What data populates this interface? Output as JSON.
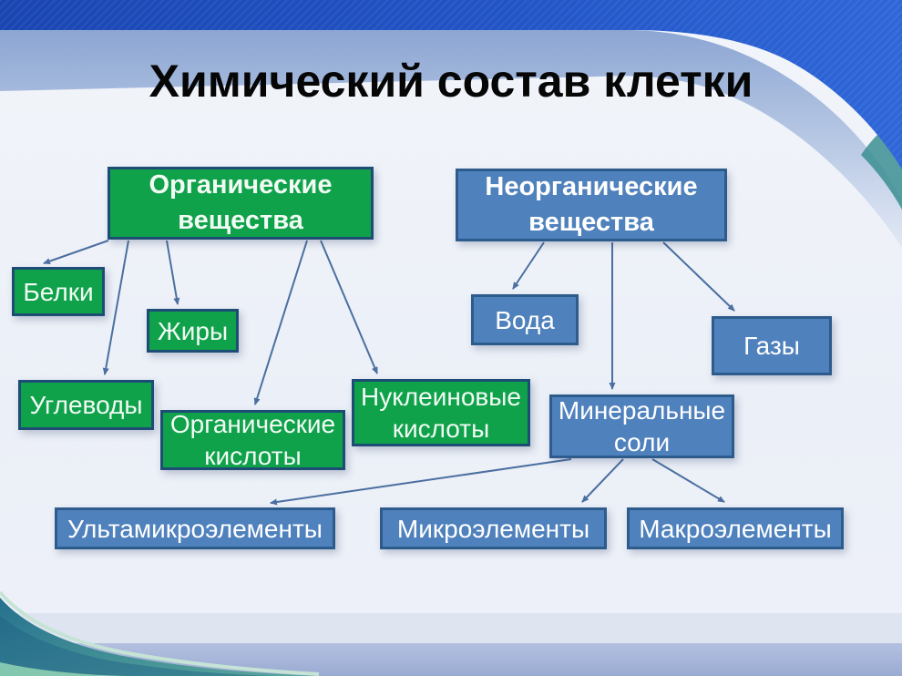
{
  "slide": {
    "title": "Химический состав клетки"
  },
  "colors": {
    "organic_fill": "#0fa24b",
    "inorganic_fill": "#4f81bd",
    "box_border": "#1f4e79",
    "box_text": "#ffffff",
    "title_color": "#060606",
    "arrow": "#4a6fa0",
    "top_banner_blue": "#2257c9",
    "under_banner_band": "#9db3d9",
    "bottom_band": "#a3b2d8",
    "corner_wave_teal": "#2f7d90",
    "background": "#eef2f8"
  },
  "nodes": {
    "organic": {
      "label": "Органические\nвещества",
      "category": "organic"
    },
    "inorganic": {
      "label": "Неорганические\nвещества",
      "category": "inorganic"
    },
    "proteins": {
      "label": "Белки",
      "category": "organic"
    },
    "fats": {
      "label": "Жиры",
      "category": "organic"
    },
    "carbohydrates": {
      "label": "Углеводы",
      "category": "organic"
    },
    "organic_acids": {
      "label": "Органические\nкислоты",
      "category": "organic"
    },
    "nucleic_acids": {
      "label": "Нуклеиновые\nкислоты",
      "category": "organic"
    },
    "water": {
      "label": "Вода",
      "category": "inorganic"
    },
    "gases": {
      "label": "Газы",
      "category": "inorganic"
    },
    "mineral_salts": {
      "label": "Минеральные\nсоли",
      "category": "inorganic"
    },
    "ultramicroelements": {
      "label": "Ультамикроэлементы",
      "category": "inorganic"
    },
    "microelements": {
      "label": "Микроэлементы",
      "category": "inorganic"
    },
    "macroelements": {
      "label": "Макроэлементы",
      "category": "inorganic"
    }
  },
  "edges": [
    {
      "from": "organic",
      "to": "proteins"
    },
    {
      "from": "organic",
      "to": "fats"
    },
    {
      "from": "organic",
      "to": "carbohydrates"
    },
    {
      "from": "organic",
      "to": "organic_acids"
    },
    {
      "from": "organic",
      "to": "nucleic_acids"
    },
    {
      "from": "inorganic",
      "to": "water"
    },
    {
      "from": "inorganic",
      "to": "mineral_salts"
    },
    {
      "from": "inorganic",
      "to": "gases"
    },
    {
      "from": "mineral_salts",
      "to": "ultramicroelements"
    },
    {
      "from": "mineral_salts",
      "to": "microelements"
    },
    {
      "from": "mineral_salts",
      "to": "macroelements"
    }
  ]
}
